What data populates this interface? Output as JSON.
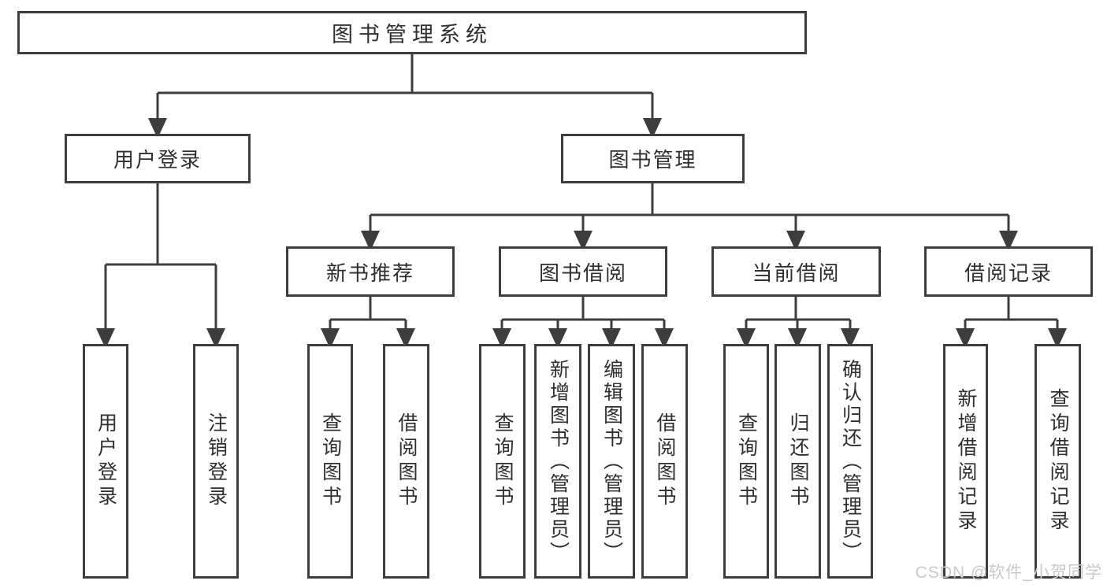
{
  "colors": {
    "line": "#3d3d3d",
    "text": "#2f2f2f",
    "watermark": "#c9c9c9",
    "background": "#ffffff"
  },
  "tree": {
    "label": "图书管理系统",
    "children": [
      {
        "label": "用户登录",
        "children": [
          {
            "label": "用户登录"
          },
          {
            "label": "注销登录"
          }
        ]
      },
      {
        "label": "图书管理",
        "children": [
          {
            "label": "新书推荐",
            "children": [
              {
                "label": "查询图书"
              },
              {
                "label": "借阅图书"
              }
            ]
          },
          {
            "label": "图书借阅",
            "children": [
              {
                "label": "查询图书"
              },
              {
                "label": "新增图书（管理员）"
              },
              {
                "label": "编辑图书（管理员）"
              },
              {
                "label": "借阅图书"
              }
            ]
          },
          {
            "label": "当前借阅",
            "children": [
              {
                "label": "查询图书"
              },
              {
                "label": "归还图书"
              },
              {
                "label": "确认归还（管理员）"
              }
            ]
          },
          {
            "label": "借阅记录",
            "children": [
              {
                "label": "新增借阅记录"
              },
              {
                "label": "查询借阅记录"
              }
            ]
          }
        ]
      }
    ]
  },
  "watermark": {
    "text": "CSDN @软件_小贺同学"
  }
}
